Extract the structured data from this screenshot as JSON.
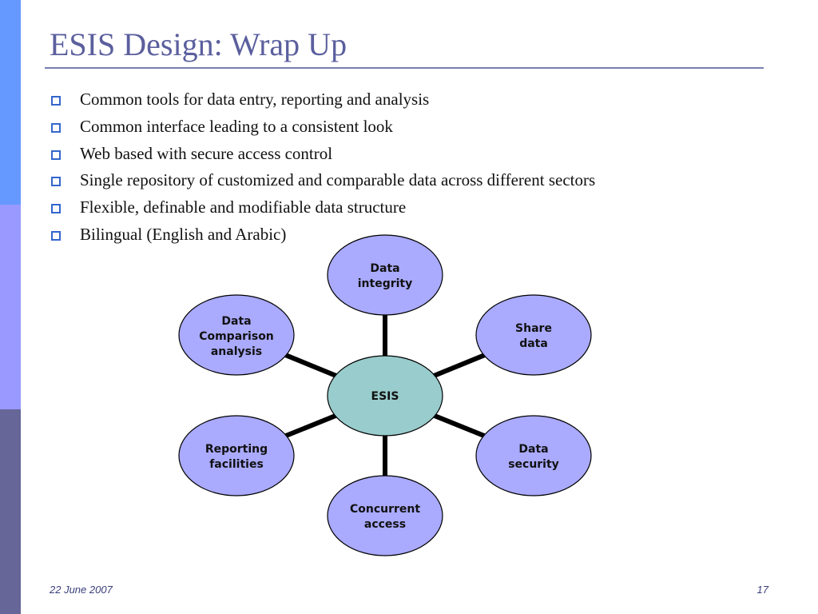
{
  "colors": {
    "bar_top": "#6699ff",
    "bar_middle": "#9999ff",
    "bar_bottom": "#666699",
    "title_rule": "#7a7db0",
    "node_fill": "#aaaaff",
    "center_fill": "#99cccc",
    "node_stroke": "#000000"
  },
  "slide": {
    "title": "ESIS Design: Wrap Up",
    "bullets": [
      "Common tools for data entry, reporting and analysis",
      "Common interface leading to a consistent look",
      "Web based with secure access control",
      "Single repository of customized and comparable data across different sectors",
      "Flexible, definable and modifiable data structure",
      "Bilingual (English and Arabic)"
    ]
  },
  "diagram": {
    "center": "ESIS",
    "nodes": [
      {
        "id": "data-integrity",
        "lines": [
          "Data",
          "integrity"
        ]
      },
      {
        "id": "share-data",
        "lines": [
          "Share",
          "data"
        ]
      },
      {
        "id": "data-security",
        "lines": [
          "Data",
          "security"
        ]
      },
      {
        "id": "concurrent-access",
        "lines": [
          "Concurrent",
          "access"
        ]
      },
      {
        "id": "reporting-facilities",
        "lines": [
          "Reporting",
          "facilities"
        ]
      },
      {
        "id": "data-comparison-analysis",
        "lines": [
          "Data",
          "Comparison",
          "analysis"
        ]
      }
    ]
  },
  "footer": {
    "date": "22 June 2007",
    "page_number": "17"
  }
}
